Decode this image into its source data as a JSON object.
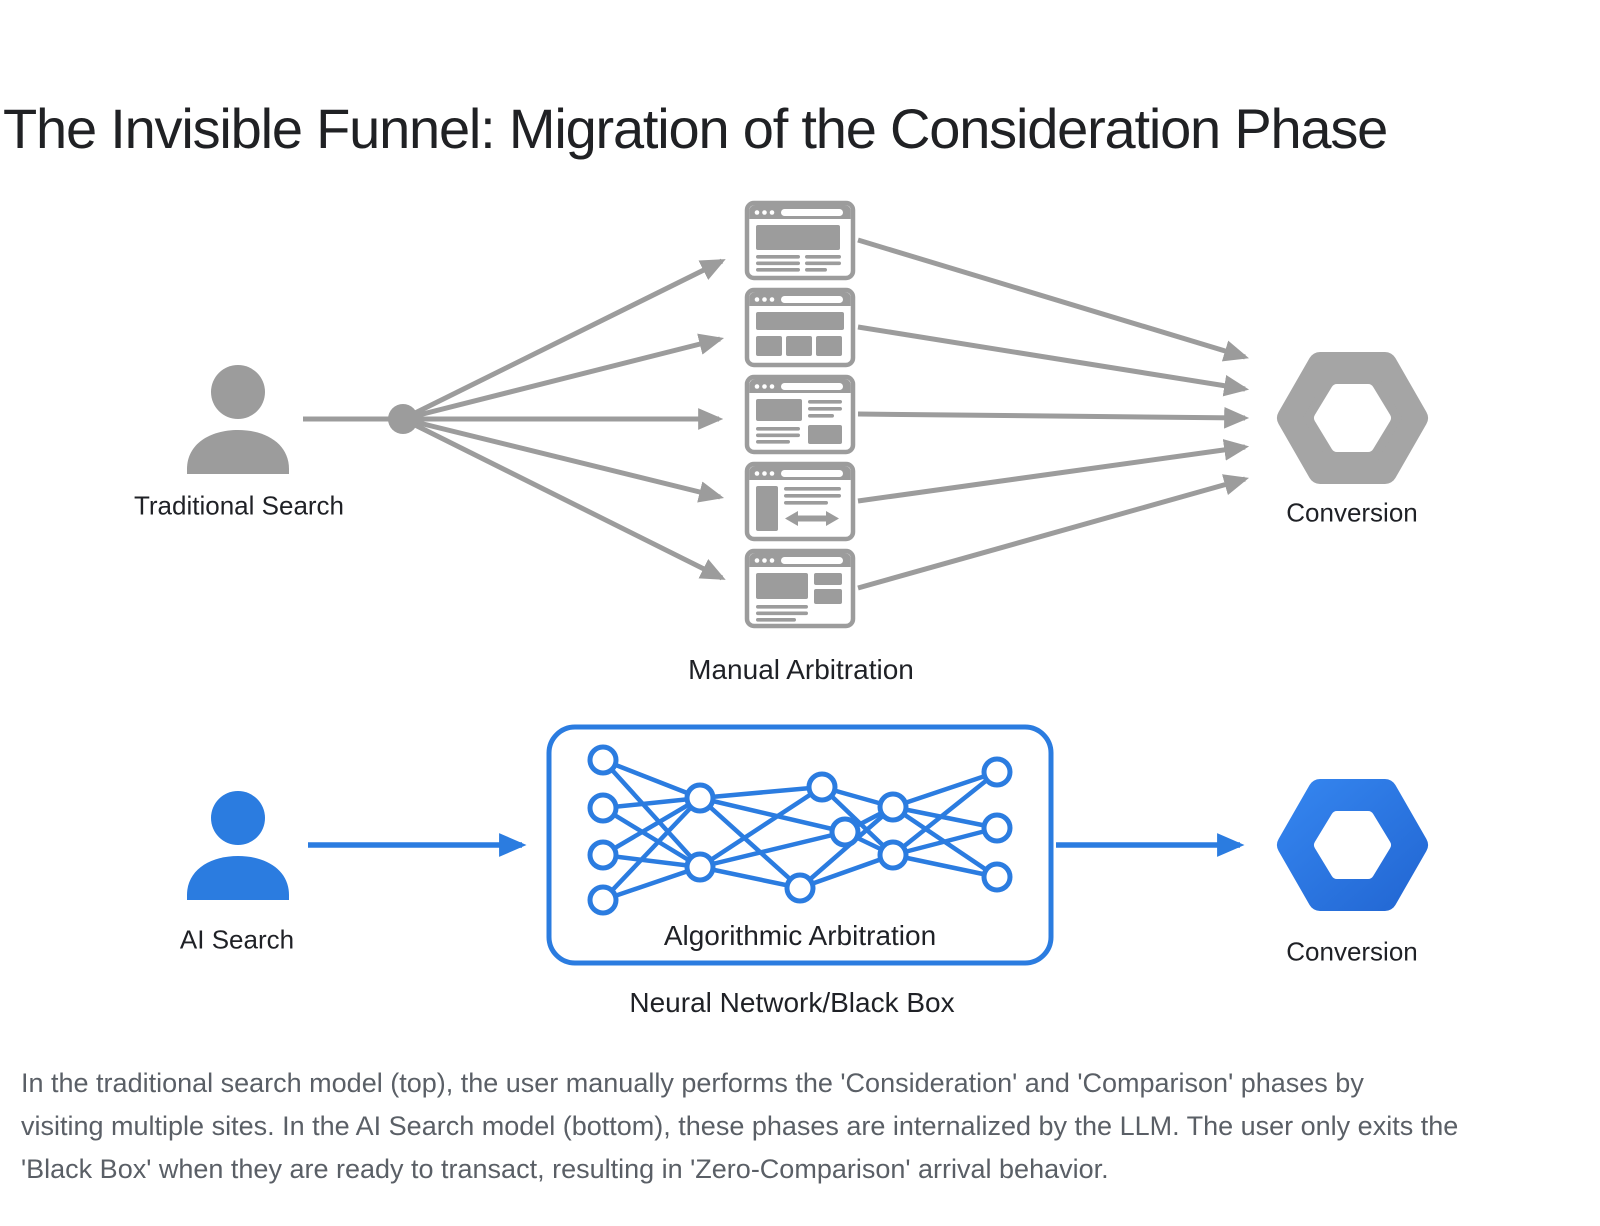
{
  "title": "The Invisible Funnel: Migration of the Consideration Phase",
  "top_flow": {
    "actor": "Traditional Search",
    "process": "Manual Arbitration",
    "result": "Conversion",
    "website_count": 5
  },
  "bottom_flow": {
    "actor": "AI Search",
    "process": "Algorithmic Arbitration",
    "process_sublabel": "Neural Network/Black Box",
    "result": "Conversion"
  },
  "caption": {
    "lines": [
      "In the traditional search model (top), the user manually performs the 'Consideration' and 'Comparison' phases by",
      "visiting multiple sites. In the AI Search model (bottom), these phases are internalized by the LLM. The user only exits the",
      "'Black Box' when they are ready to transact, resulting in 'Zero-Comparison' arrival behavior."
    ]
  },
  "colors": {
    "diagram_gray": "#9c9c9c",
    "hexagon_gray": "#a5a5a5",
    "accent_blue": "#2b7ce0",
    "hexagon_blue_dark": "#2368d4",
    "title_text": "#202124",
    "label_text": "#1f2126",
    "caption_text": "#5a5f66",
    "background": "#ffffff"
  },
  "icons": [
    "user-icon",
    "browser-window-icon",
    "conversion-hexagon-icon",
    "neural-network-icon",
    "arrow-icon"
  ]
}
